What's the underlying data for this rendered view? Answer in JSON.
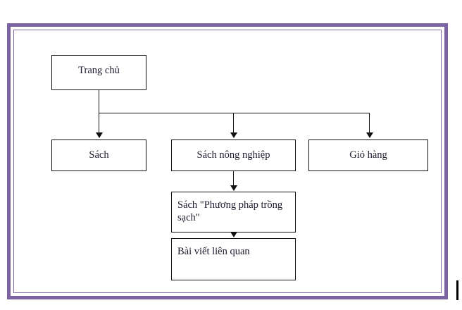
{
  "frame": {
    "border_color": "#7c64a4",
    "background": "#ffffff"
  },
  "caret": {
    "name": "text-cursor",
    "color": "#000000"
  },
  "diagram": {
    "type": "sitemap-flowchart",
    "line_color": "#111111",
    "node_border_color": "#111111",
    "node_fill": "#ffffff",
    "nodes": [
      {
        "id": "home",
        "label": "Trang chủ",
        "align": "center"
      },
      {
        "id": "books",
        "label": "Sách",
        "align": "center"
      },
      {
        "id": "agri",
        "label": "Sách nông nghiệp",
        "align": "center"
      },
      {
        "id": "cart",
        "label": "Giỏ hàng",
        "align": "center"
      },
      {
        "id": "method",
        "label": "Sách \"Phương pháp trồng sạch\"",
        "align": "left"
      },
      {
        "id": "related",
        "label": "Bài viết liên quan",
        "align": "left"
      }
    ],
    "edges": [
      {
        "from": "home",
        "to": "books",
        "style": "elbow-arrow"
      },
      {
        "from": "home",
        "to": "agri",
        "style": "elbow-arrow"
      },
      {
        "from": "home",
        "to": "cart",
        "style": "elbow-arrow"
      },
      {
        "from": "agri",
        "to": "method",
        "style": "straight-arrow"
      },
      {
        "from": "method",
        "to": "related",
        "style": "straight-arrow"
      }
    ]
  }
}
